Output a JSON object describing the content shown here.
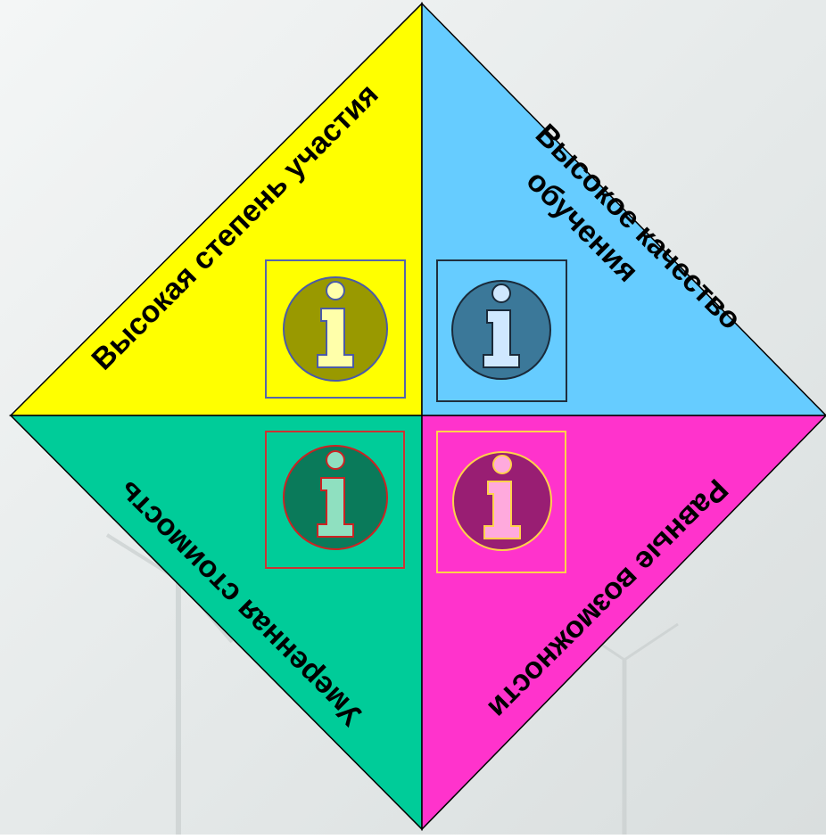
{
  "colors": {
    "background": "#eef1f1",
    "outline": "#000000",
    "top_left": "#ffff00",
    "top_right": "#66ccff",
    "bottom_left": "#00cc99",
    "bottom_right": "#ff33cc"
  },
  "quadrants": [
    {
      "id": "top-left",
      "label": "Высокая степень участия",
      "icon": "info-icon",
      "icon_fill": "#999900",
      "icon_box_border": "#5566aa"
    },
    {
      "id": "top-right",
      "label_line1": "Высокое качество",
      "label_line2": "обучения",
      "icon": "info-icon",
      "icon_fill": "#3b7899",
      "icon_box_border": "#1f2f3f"
    },
    {
      "id": "bottom-left",
      "label": "Умеренная стоимость",
      "icon": "info-icon",
      "icon_fill": "#0a7a5a",
      "icon_box_border": "#cc3333"
    },
    {
      "id": "bottom-right",
      "label": "Равные возможности",
      "icon": "info-icon",
      "icon_fill": "#991e73",
      "icon_box_border": "#ffd24a"
    }
  ]
}
